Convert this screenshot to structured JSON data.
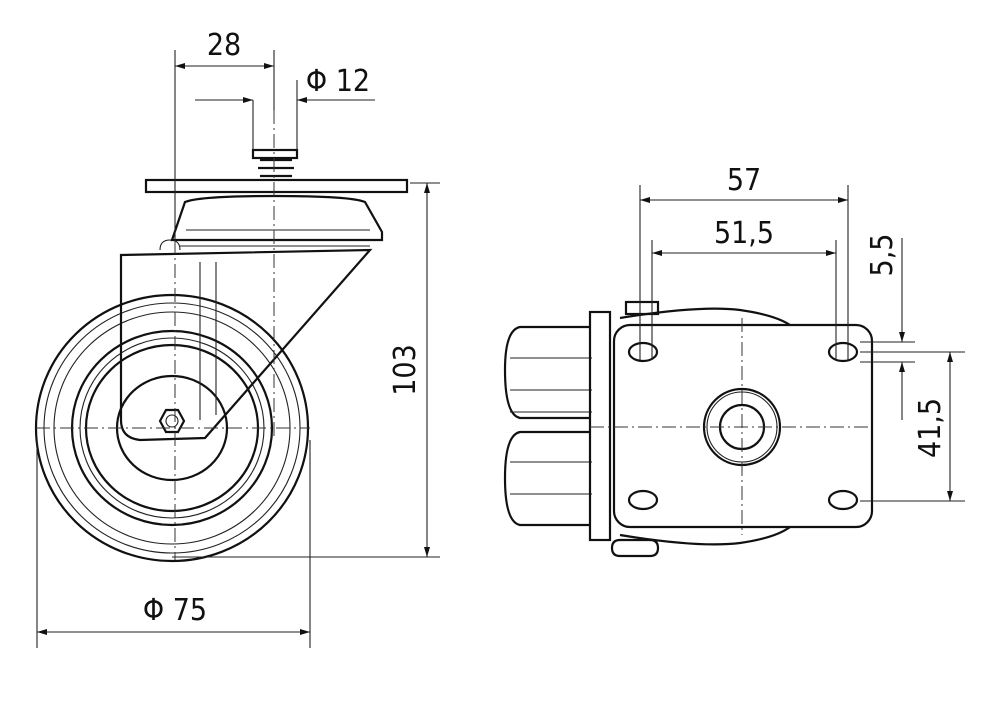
{
  "drawing": {
    "side_view": {
      "dim_width_top": "28",
      "dim_stem_diameter": "Φ 12",
      "dim_height": "103",
      "dim_wheel_diameter": "Φ 75"
    },
    "top_view": {
      "dim_plate_outer": "57",
      "dim_hole_spacing_x": "51,5",
      "dim_hole_size": "5,5",
      "dim_hole_spacing_y": "41,5"
    },
    "colors": {
      "line": "#111111",
      "background": "#ffffff"
    }
  }
}
